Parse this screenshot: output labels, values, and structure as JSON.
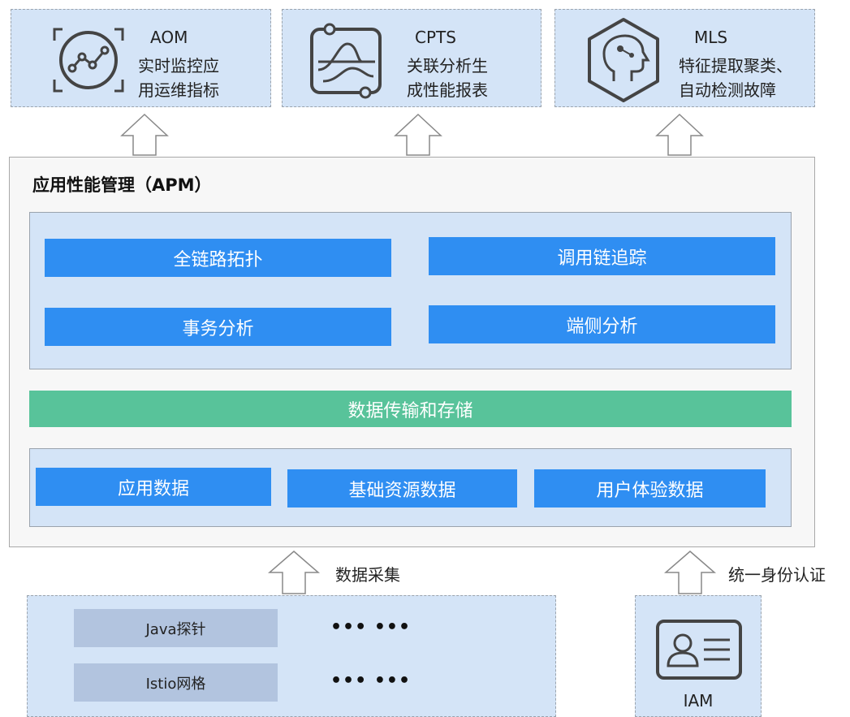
{
  "services": [
    {
      "title": "AOM",
      "desc1": "实时监控应",
      "desc2": "用运维指标",
      "icon": "line-chart-icon"
    },
    {
      "title": "CPTS",
      "desc1": "关联分析生",
      "desc2": "成性能报表",
      "icon": "waveform-icon"
    },
    {
      "title": "MLS",
      "desc1": "特征提取聚类、",
      "desc2": "自动检测故障",
      "icon": "ai-head-icon"
    }
  ],
  "apm": {
    "title": "应用性能管理（APM）",
    "features": [
      "全链路拓扑",
      "调用链追踪",
      "事务分析",
      "端侧分析"
    ],
    "transport": "数据传输和存储",
    "data_sources": [
      "应用数据",
      "基础资源数据",
      "用户体验数据"
    ]
  },
  "collect_label": "数据采集",
  "auth_label": "统一身份认证",
  "probes": [
    {
      "name": "Java探针",
      "dots": "••• •••"
    },
    {
      "name": "Istio网格",
      "dots": "••• •••"
    }
  ],
  "iam": {
    "label": "IAM",
    "icon": "id-card-icon"
  },
  "colors": {
    "blue": "#2f8ef2",
    "green": "#58c39a",
    "panel": "#d4e4f7",
    "gray": "#b2c4df"
  }
}
